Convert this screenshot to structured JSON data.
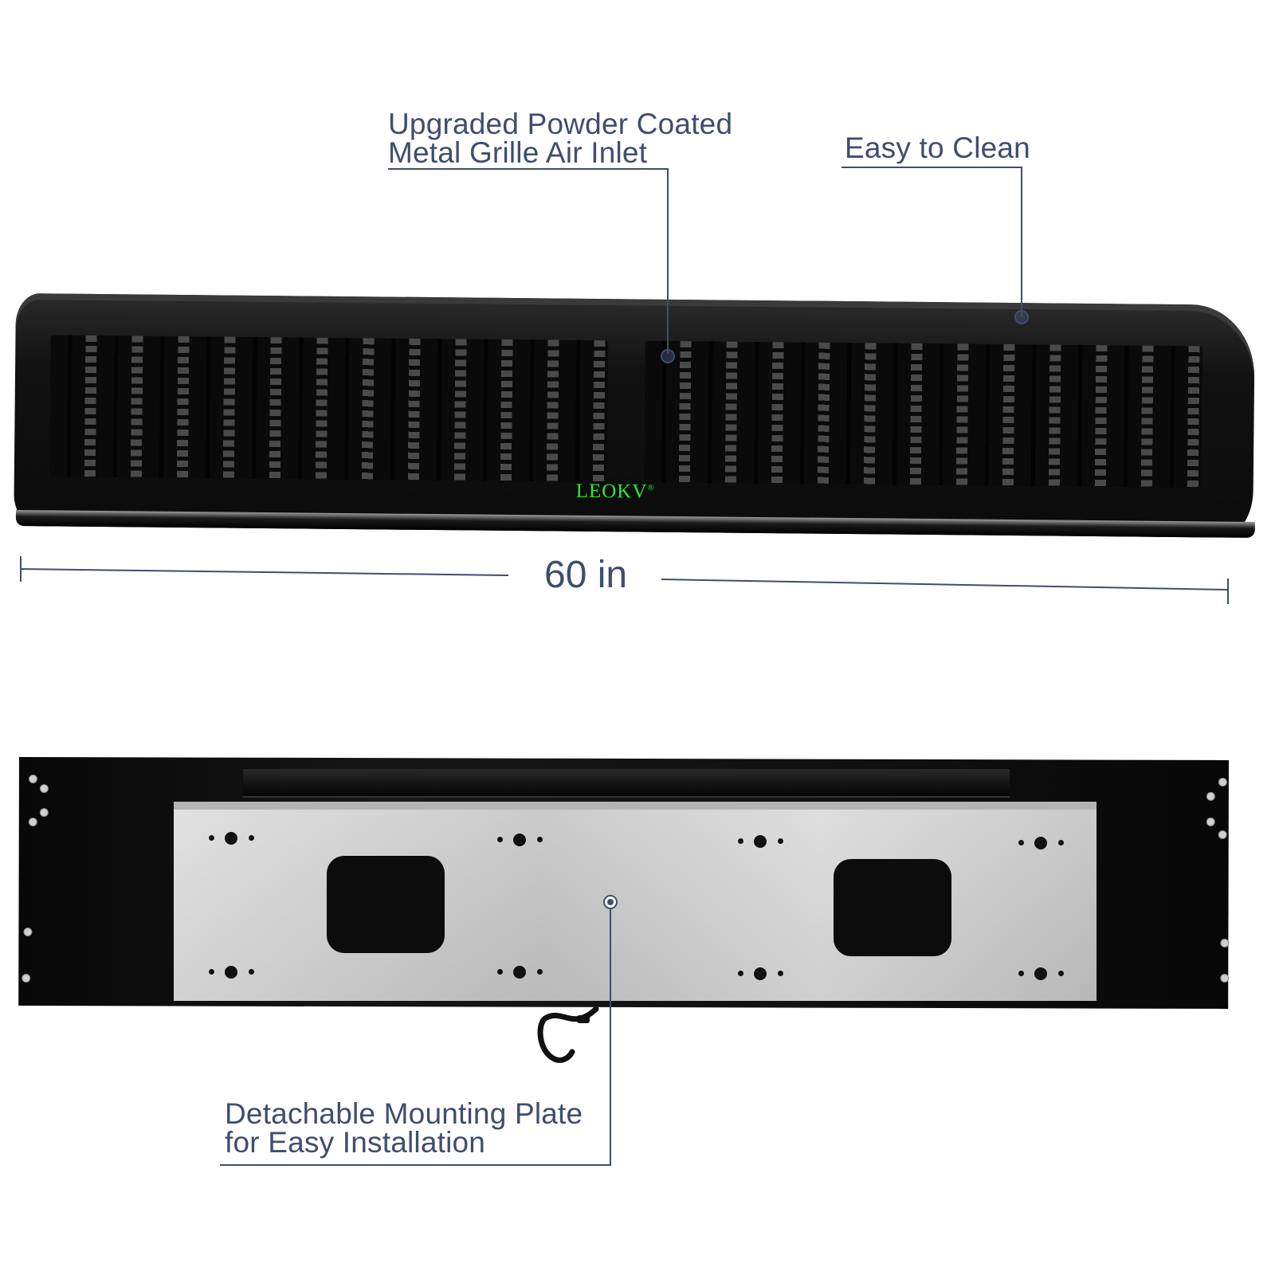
{
  "callouts": {
    "grille": {
      "line1": "Upgraded Powder Coated",
      "line2": "Metal Grille Air Inlet"
    },
    "clean": {
      "line1": "Easy to Clean"
    },
    "plate": {
      "line1": "Detachable Mounting Plate",
      "line2": "for Easy Installation"
    }
  },
  "dimension": {
    "width_label": "60 in"
  },
  "brand": {
    "name": "LEOKV",
    "mark": "®"
  },
  "colors": {
    "callout_text": "#3f4d6e",
    "brand_green": "#2ee83a",
    "unit_body": "#0b0b0b",
    "plate": "#c8c8c8"
  }
}
